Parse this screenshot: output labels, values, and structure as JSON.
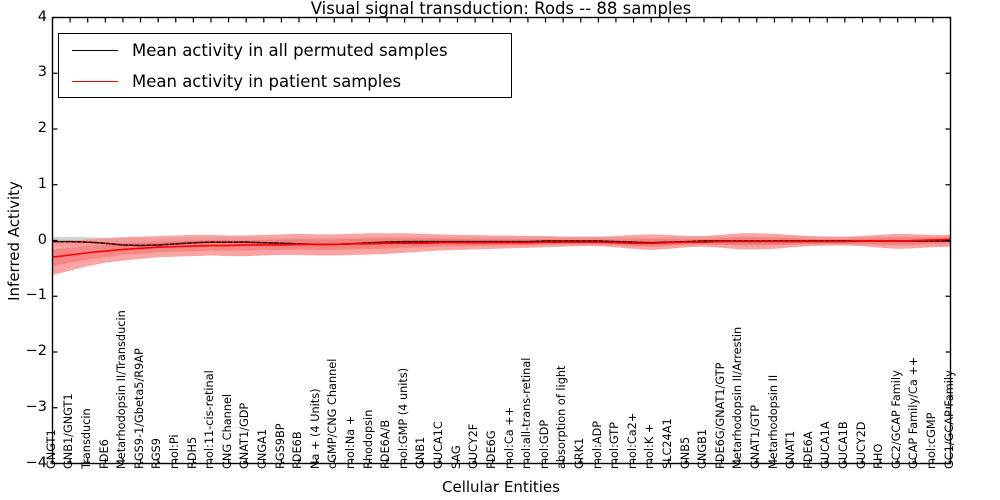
{
  "chart_data": {
    "type": "line",
    "title": "Visual signal transduction: Rods -- 88 samples",
    "xlabel": "Cellular Entities",
    "ylabel": "Inferred Activity",
    "ylim": [
      -4,
      4
    ],
    "yticks": [
      4,
      3,
      2,
      1,
      0,
      -1,
      -2,
      -3,
      -4
    ],
    "ytick_labels": [
      "4",
      "3",
      "2",
      "1",
      "0",
      "−1",
      "−2",
      "−3",
      "−4"
    ],
    "grid": false,
    "legend_position": "upper left",
    "legend": [
      {
        "label": "Mean activity in all permuted samples",
        "color": "#000000"
      },
      {
        "label": "Mean activity in patient samples",
        "color": "#ff0000"
      }
    ],
    "colors": {
      "permuted_line": "#000000",
      "patient_line": "#ff0000",
      "permuted_band": "#c8c8c8",
      "patient_band": "#f98b8b",
      "patient_band_inner": "#f46d6d"
    },
    "categories": [
      "GNGT1",
      "GNB1/GNGT1",
      "Transducin",
      "PDE6",
      "Metarhodopsin II/Transducin",
      "RGS9-1/Gbeta5/R9AP",
      "RGS9",
      "mol:Pi",
      "RDH5",
      "mol:11-cis-retinal",
      "CNG Channel",
      "GNAT1/GDP",
      "CNGA1",
      "RGS9BP",
      "PDE6B",
      "Na + (4 Units)",
      "cGMP/CNG Channel",
      "mol:Na +",
      "Rhodopsin",
      "PDE6A/B",
      "mol:GMP (4 units)",
      "GNB1",
      "GUCA1C",
      "SAG",
      "GUCY2F",
      "PDE6G",
      "mol:Ca ++",
      "mol:all-trans-retinal",
      "mol:GDP",
      "absorption of light",
      "GRK1",
      "mol:ADP",
      "mol:GTP",
      "mol:Ca2+",
      "mol:K +",
      "SLC24A1",
      "GNB5",
      "CNGB1",
      "PDE6G/GNAT1/GTP",
      "Metarhodopsin II/Arrestin",
      "GNAT1/GTP",
      "Metarhodopsin II",
      "GNAT1",
      "PDE6A",
      "GUCA1A",
      "GUCA1B",
      "GUCY2D",
      "RHO",
      "GC2/GCAP Family",
      "GCAP Family/Ca ++",
      "mol:cGMP",
      "GC1/GCAP Family"
    ],
    "series": [
      {
        "name": "Mean activity in all permuted samples",
        "color": "#000000",
        "style": "solid-with-dots",
        "values": [
          -0.02,
          -0.02,
          -0.03,
          -0.05,
          -0.08,
          -0.09,
          -0.08,
          -0.06,
          -0.04,
          -0.03,
          -0.03,
          -0.03,
          -0.04,
          -0.05,
          -0.06,
          -0.07,
          -0.07,
          -0.06,
          -0.04,
          -0.03,
          -0.02,
          -0.02,
          -0.02,
          -0.02,
          -0.02,
          -0.02,
          -0.02,
          -0.02,
          -0.01,
          -0.01,
          -0.01,
          -0.01,
          -0.02,
          -0.03,
          -0.04,
          -0.03,
          -0.02,
          -0.01,
          -0.01,
          -0.01,
          -0.01,
          -0.01,
          -0.01,
          -0.01,
          -0.01,
          -0.01,
          -0.01,
          -0.01,
          -0.01,
          -0.01,
          -0.01,
          -0.01
        ],
        "band_lower": [
          -0.1,
          -0.1,
          -0.11,
          -0.12,
          -0.14,
          -0.15,
          -0.14,
          -0.13,
          -0.12,
          -0.11,
          -0.11,
          -0.11,
          -0.12,
          -0.13,
          -0.14,
          -0.14,
          -0.14,
          -0.13,
          -0.12,
          -0.11,
          -0.1,
          -0.1,
          -0.09,
          -0.09,
          -0.09,
          -0.09,
          -0.09,
          -0.08,
          -0.08,
          -0.08,
          -0.08,
          -0.08,
          -0.09,
          -0.1,
          -0.11,
          -0.1,
          -0.09,
          -0.08,
          -0.08,
          -0.08,
          -0.08,
          -0.08,
          -0.08,
          -0.08,
          -0.08,
          -0.08,
          -0.08,
          -0.09,
          -0.09,
          -0.09,
          -0.09,
          -0.09
        ],
        "band_upper": [
          0.06,
          0.06,
          0.06,
          0.05,
          0.04,
          0.04,
          0.04,
          0.05,
          0.06,
          0.06,
          0.06,
          0.06,
          0.05,
          0.05,
          0.04,
          0.04,
          0.04,
          0.05,
          0.06,
          0.06,
          0.07,
          0.07,
          0.07,
          0.07,
          0.07,
          0.07,
          0.07,
          0.07,
          0.07,
          0.07,
          0.07,
          0.07,
          0.06,
          0.06,
          0.05,
          0.06,
          0.07,
          0.07,
          0.07,
          0.07,
          0.07,
          0.07,
          0.07,
          0.07,
          0.07,
          0.07,
          0.07,
          0.07,
          0.07,
          0.07,
          0.07,
          0.07
        ]
      },
      {
        "name": "Mean activity in patient samples",
        "color": "#ff0000",
        "style": "solid",
        "values": [
          -0.3,
          -0.26,
          -0.22,
          -0.19,
          -0.16,
          -0.14,
          -0.12,
          -0.11,
          -0.1,
          -0.09,
          -0.09,
          -0.08,
          -0.08,
          -0.08,
          -0.07,
          -0.07,
          -0.07,
          -0.06,
          -0.06,
          -0.05,
          -0.05,
          -0.05,
          -0.04,
          -0.04,
          -0.04,
          -0.04,
          -0.04,
          -0.04,
          -0.03,
          -0.03,
          -0.03,
          -0.03,
          -0.04,
          -0.05,
          -0.05,
          -0.04,
          -0.03,
          -0.03,
          -0.02,
          -0.02,
          -0.02,
          -0.02,
          -0.02,
          -0.02,
          -0.02,
          -0.02,
          -0.01,
          -0.01,
          -0.01,
          0.0,
          0.01,
          0.02
        ],
        "band_lower": [
          -0.62,
          -0.54,
          -0.46,
          -0.4,
          -0.36,
          -0.33,
          -0.3,
          -0.29,
          -0.28,
          -0.27,
          -0.28,
          -0.28,
          -0.27,
          -0.26,
          -0.26,
          -0.27,
          -0.27,
          -0.26,
          -0.25,
          -0.24,
          -0.22,
          -0.2,
          -0.18,
          -0.17,
          -0.16,
          -0.15,
          -0.14,
          -0.13,
          -0.12,
          -0.11,
          -0.1,
          -0.1,
          -0.12,
          -0.15,
          -0.17,
          -0.15,
          -0.12,
          -0.11,
          -0.13,
          -0.16,
          -0.16,
          -0.15,
          -0.12,
          -0.1,
          -0.09,
          -0.09,
          -0.1,
          -0.13,
          -0.15,
          -0.14,
          -0.12,
          -0.11
        ],
        "band_upper": [
          -0.02,
          0.0,
          0.02,
          0.04,
          0.06,
          0.07,
          0.08,
          0.09,
          0.1,
          0.1,
          0.09,
          0.09,
          0.1,
          0.11,
          0.12,
          0.11,
          0.11,
          0.12,
          0.13,
          0.13,
          0.13,
          0.12,
          0.11,
          0.1,
          0.1,
          0.09,
          0.09,
          0.08,
          0.08,
          0.07,
          0.07,
          0.07,
          0.08,
          0.1,
          0.11,
          0.1,
          0.08,
          0.08,
          0.1,
          0.13,
          0.13,
          0.12,
          0.1,
          0.08,
          0.07,
          0.07,
          0.08,
          0.1,
          0.12,
          0.11,
          0.1,
          0.1
        ]
      }
    ]
  }
}
